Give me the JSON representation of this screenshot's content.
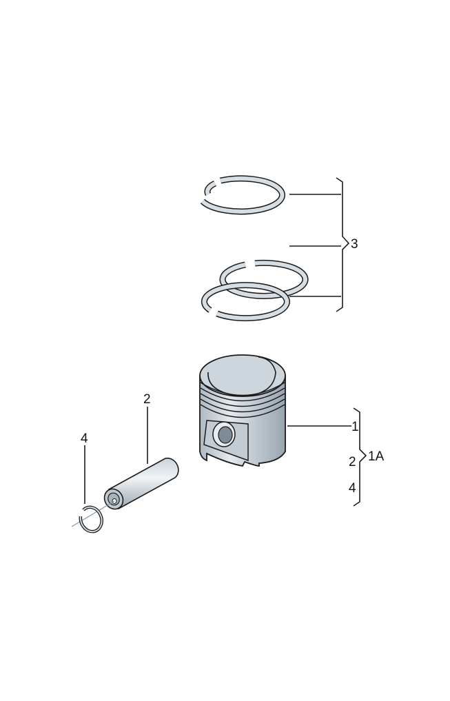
{
  "diagram": {
    "type": "exploded parts diagram",
    "subject": "Piston assembly",
    "colors": {
      "line": "#1a1a1a",
      "metal_light": "#dde3e8",
      "metal_mid": "#b7c3cc",
      "metal_dark": "#8d9aa5"
    },
    "callouts": [
      {
        "id": "3",
        "label": "3",
        "refers_to": "piston rings (set of 3)"
      },
      {
        "id": "1",
        "label": "1",
        "refers_to": "piston"
      },
      {
        "id": "1A_2",
        "label": "2",
        "refers_to": "group 1A member"
      },
      {
        "id": "1A_4",
        "label": "4",
        "refers_to": "group 1A member"
      },
      {
        "id": "1A",
        "label": "1A",
        "refers_to": "piston with pin and circlips"
      },
      {
        "id": "2",
        "label": "2",
        "refers_to": "piston pin"
      },
      {
        "id": "4",
        "label": "4",
        "refers_to": "circlip"
      }
    ]
  }
}
